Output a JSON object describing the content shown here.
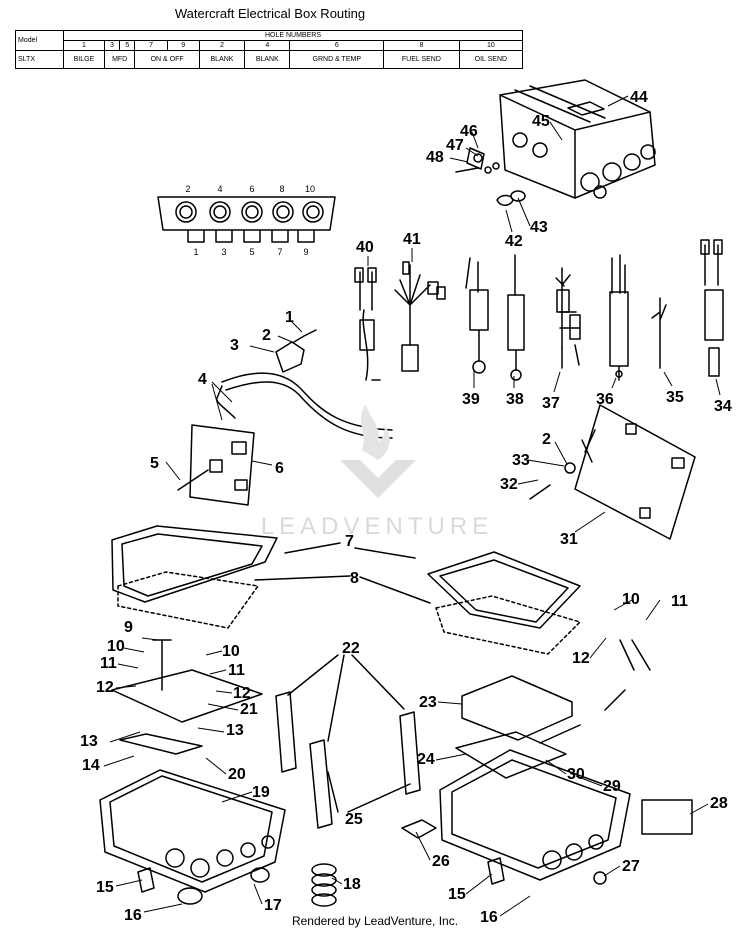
{
  "title": "Watercraft Electrical Box Routing",
  "table": {
    "model_header": "Model",
    "hole_numbers_header": "HOLE NUMBERS",
    "hole_numbers": [
      "1",
      "3",
      "5",
      "7",
      "9",
      "2",
      "4",
      "6",
      "8",
      "10"
    ],
    "model": "SLTX",
    "routing": [
      "BILGE",
      "MFD",
      "ON & OFF",
      "BLANK",
      "BLANK",
      "GRND & TEMP",
      "FUEL SEND",
      "OIL SEND"
    ]
  },
  "connector_plate": {
    "top_numbers": [
      "2",
      "4",
      "6",
      "8",
      "10"
    ],
    "bottom_numbers": [
      "1",
      "3",
      "5",
      "7",
      "9"
    ]
  },
  "part_labels": {
    "p1": "1",
    "p2": "2",
    "p2b": "2",
    "p3": "3",
    "p4": "4",
    "p5": "5",
    "p6": "6",
    "p7": "7",
    "p8": "8",
    "p9": "9",
    "p10a": "10",
    "p10b": "10",
    "p10c": "10",
    "p11a": "11",
    "p11b": "11",
    "p11c": "11",
    "p12a": "12",
    "p12b": "12",
    "p12c": "12",
    "p13a": "13",
    "p13b": "13",
    "p14": "14",
    "p15a": "15",
    "p15b": "15",
    "p16a": "16",
    "p16b": "16",
    "p17": "17",
    "p18": "18",
    "p19": "19",
    "p20": "20",
    "p21": "21",
    "p22": "22",
    "p23": "23",
    "p24": "24",
    "p25": "25",
    "p26": "26",
    "p27": "27",
    "p28": "28",
    "p29": "29",
    "p30": "30",
    "p31": "31",
    "p32": "32",
    "p33": "33",
    "p34": "34",
    "p35": "35",
    "p36": "36",
    "p37": "37",
    "p38": "38",
    "p39": "39",
    "p40": "40",
    "p41": "41",
    "p42": "42",
    "p43": "43",
    "p44": "44",
    "p45": "45",
    "p46": "46",
    "p47": "47",
    "p48": "48"
  },
  "watermark": "LEADVENTURE",
  "footer": "Rendered by LeadVenture, Inc."
}
